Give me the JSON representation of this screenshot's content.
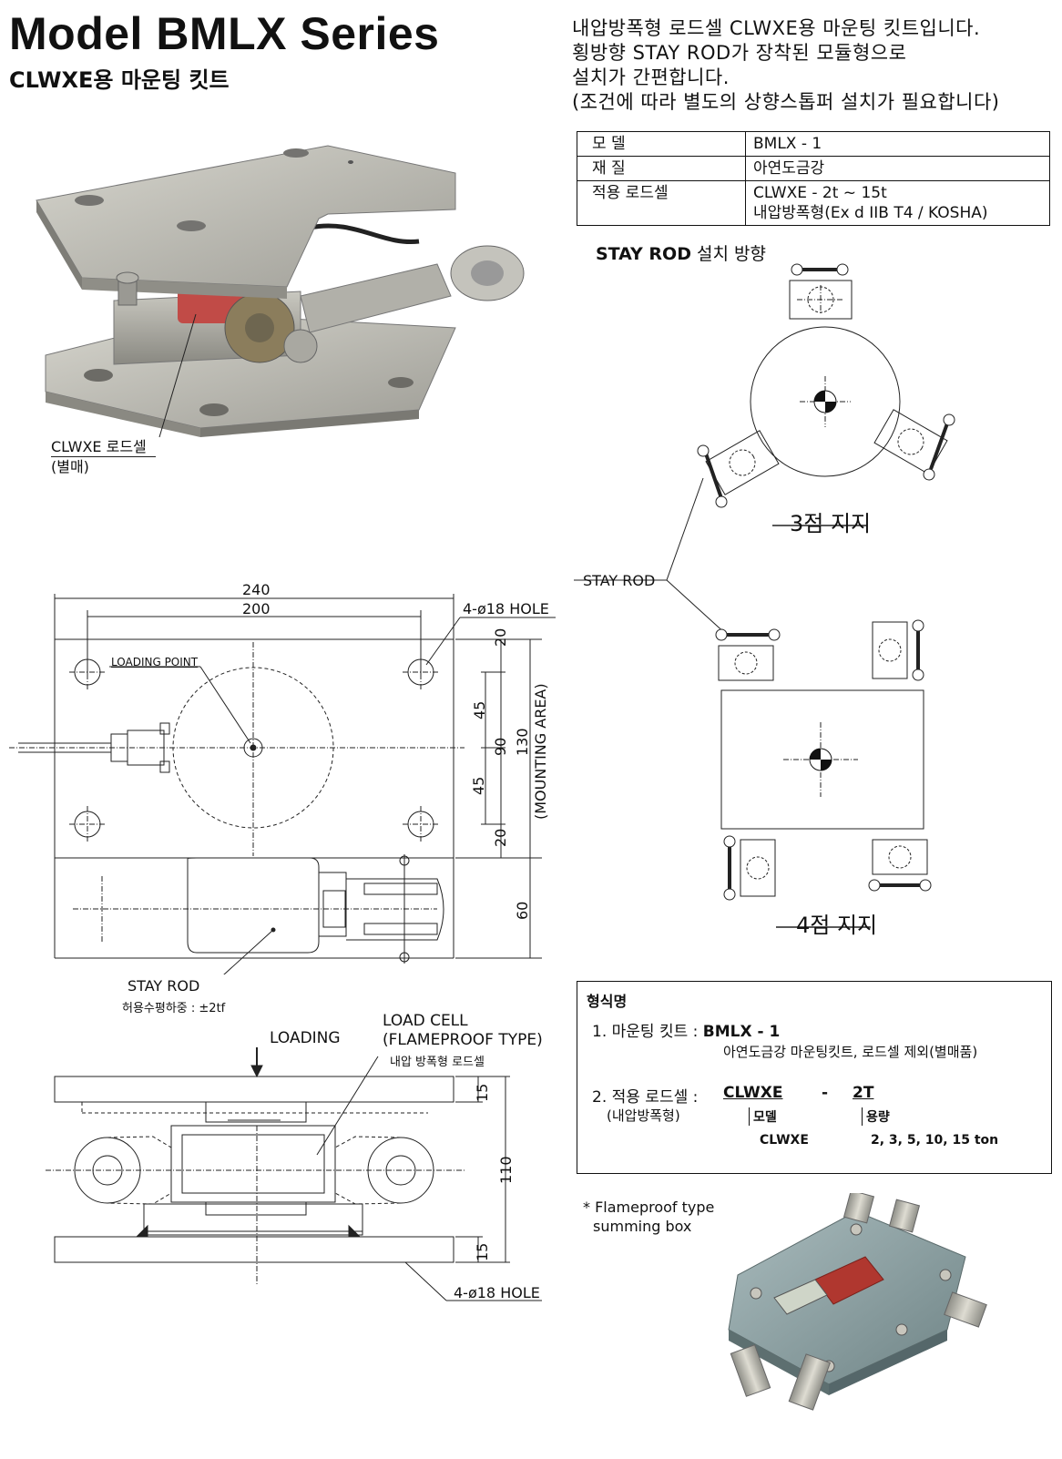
{
  "header": {
    "title": "Model BMLX Series",
    "subtitle": "CLWXE용 마운팅 킷트"
  },
  "intro": {
    "lines": [
      "내압방폭형 로드셀 CLWXE용 마운팅 킷트입니다.",
      "횡방향 STAY ROD가 장착된 모듈형으로",
      "설치가 간편합니다.",
      "(조건에 따라 별도의 상향스톱퍼 설치가 필요합니다)"
    ]
  },
  "spec_table": [
    {
      "key": "모 델",
      "value": "BMLX - 1",
      "value2": ""
    },
    {
      "key": "재 질",
      "value": "아연도금강",
      "value2": ""
    },
    {
      "key": "적용 로드셀",
      "value": "CLWXE - 2t ~ 15t",
      "value2": "내압방폭형(Ex d IIB T4 / KOSHA)"
    }
  ],
  "photo_labels": {
    "loadcell": "CLWXE 로드셀",
    "separate": "(별매)"
  },
  "stay_rod_section": {
    "title_bold": "STAY ROD",
    "title_rest": " 설치 방향",
    "three_point": "3점 지지",
    "four_point": "4점 지지",
    "stay_rod_label": "STAY ROD"
  },
  "top_view": {
    "dim_240": "240",
    "dim_200": "200",
    "hole": "4-ø18 HOLE",
    "loading_point": "LOADING POINT",
    "dim_20a": "20",
    "dim_45a": "45",
    "dim_90": "90",
    "dim_130": "130",
    "mounting_area": "(MOUNTING AREA)",
    "dim_45b": "45",
    "dim_20b": "20",
    "dim_60": "60",
    "stay_rod": "STAY ROD",
    "allowable": "허용수평하중 : ±2tf"
  },
  "side_view": {
    "loading": "LOADING",
    "load_cell": "LOAD CELL",
    "flameproof": "(FLAMEPROOF TYPE)",
    "flameproof_kr": "내압 방폭형 로드셀",
    "dim_15a": "15",
    "dim_110": "110",
    "dim_15b": "15",
    "hole": "4-ø18 HOLE"
  },
  "model_box": {
    "title": "형식명",
    "item1_label": "1. 마운팅 킷트 : ",
    "item1_value": "BMLX - 1",
    "item1_desc": "아연도금강 마운팅킷트, 로드셀 제외(별매품)",
    "item2_label": "2. 적용 로드셀 : ",
    "item2_sub": "(내압방폭형)",
    "item2_model": "CLWXE",
    "item2_dash": "-",
    "item2_cap": "2T",
    "model_word": "모델",
    "cap_word": "용량",
    "model_value": "CLWXE",
    "cap_values": "2, 3, 5, 10, 15 ton"
  },
  "summing_box": {
    "line1": "* Flameproof type",
    "line2": "summing box"
  },
  "colors": {
    "steel": "#b9b8b0",
    "steel_dark": "#8c8b84",
    "box_blue": "#8fa3a5",
    "nameplate_red": "#c0392b"
  }
}
